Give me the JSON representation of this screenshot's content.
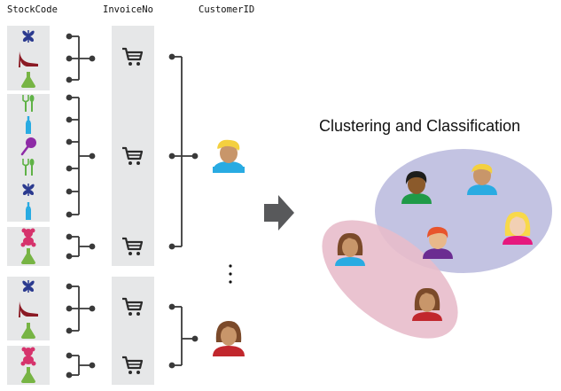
{
  "headers": {
    "stockcode": "StockCode",
    "invoiceno": "InvoiceNo",
    "customerid": "CustomerID"
  },
  "title": "Clustering and Classification",
  "ellipsis": "⋮",
  "colors": {
    "panel": "#e6e7e8",
    "line": "#3a3a3a",
    "cluster_a": "#c3c3e2",
    "cluster_b": "#e8bccb",
    "arrow": "#58595b",
    "butterfly": "#2b3a8f",
    "shoe": "#8b1a24",
    "flask": "#77b444",
    "teddy": "#d6336c",
    "cutlery": "#5fb246",
    "bottle": "#29abe2",
    "rattle": "#8e2ba6"
  },
  "groups": [
    {
      "items": [
        "butterfly-icon",
        "shoe-icon",
        "flask-icon"
      ]
    },
    {
      "items": [
        "cutlery-icon",
        "bottle-icon",
        "rattle-icon",
        "cutlery-icon",
        "butterfly-icon",
        "bottle-icon"
      ]
    },
    {
      "items": [
        "teddy-bear-icon",
        "flask-icon"
      ]
    },
    {
      "items": [
        "butterfly-icon",
        "shoe-icon",
        "flask-icon"
      ]
    },
    {
      "items": [
        "teddy-bear-icon",
        "flask-icon"
      ]
    }
  ],
  "invoices": [
    "shopping-cart-icon",
    "shopping-cart-icon",
    "shopping-cart-icon",
    "shopping-cart-icon",
    "shopping-cart-icon"
  ],
  "customers": [
    {
      "name": "blonde-customer-icon",
      "hair": "#f4d03f",
      "shirt": "#29abe2",
      "skin": "#c8966a"
    },
    {
      "name": "brunette-customer-icon",
      "hair": "#7b4a2a",
      "shirt": "#c1272d",
      "skin": "#c8966a"
    }
  ],
  "cluster_people": [
    {
      "name": "dark-haired-person-icon",
      "hair": "#1d1d1b",
      "shirt": "#1f9a48",
      "skin": "#8b5a2b"
    },
    {
      "name": "blonde-person-icon",
      "hair": "#f4d03f",
      "shirt": "#29abe2",
      "skin": "#c8966a"
    },
    {
      "name": "redhead-person-icon",
      "hair": "#e8542c",
      "shirt": "#6b2c91",
      "skin": "#e8b88a"
    },
    {
      "name": "blonde-woman-icon",
      "hair": "#f8d94a",
      "shirt": "#e6187e",
      "skin": "#f2d0b4"
    },
    {
      "name": "brunette-woman-icon",
      "hair": "#7b4a2a",
      "shirt": "#29abe2",
      "skin": "#c8966a"
    },
    {
      "name": "brunette-woman-icon",
      "hair": "#7b4a2a",
      "shirt": "#c1272d",
      "skin": "#c8966a"
    }
  ]
}
